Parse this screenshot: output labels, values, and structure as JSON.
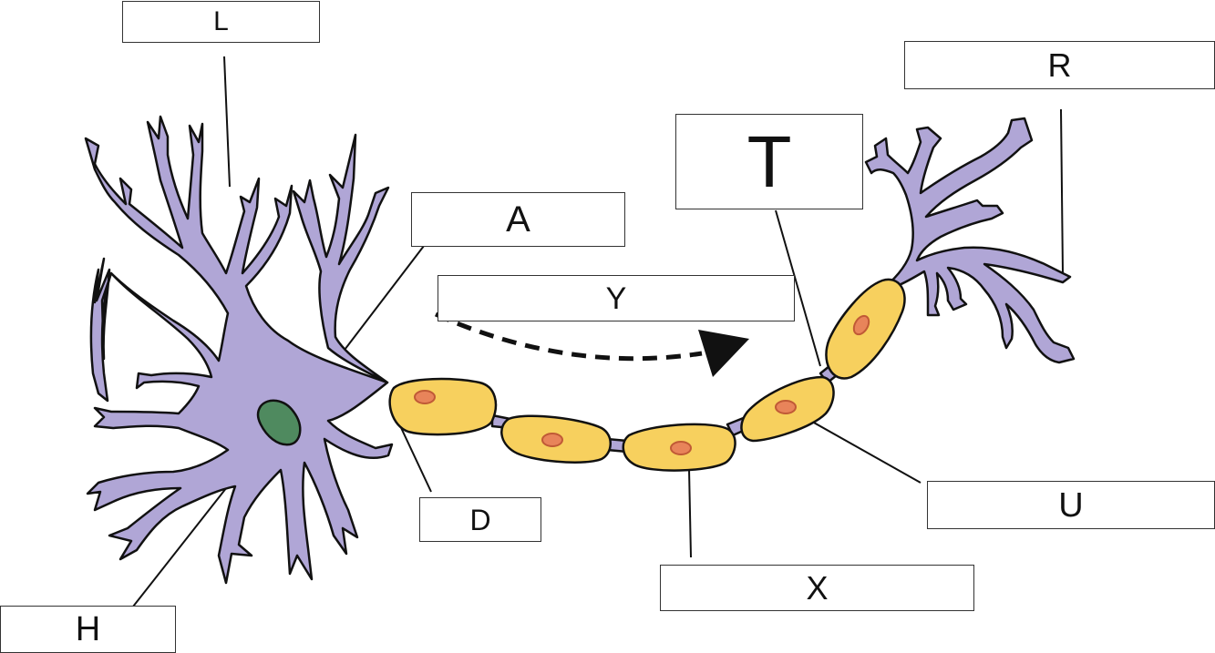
{
  "labels": {
    "L": "L",
    "R": "R",
    "A": "A",
    "T": "T",
    "Y": "Y",
    "D": "D",
    "U": "U",
    "X": "X",
    "H": "H"
  },
  "colors": {
    "neuron": "#b0a6d6",
    "nucleus": "#4f8a5f",
    "myelin": "#f7d05e",
    "schwann_nucleus": "#e8845a",
    "outline": "#111111",
    "label_border": "#333333"
  }
}
